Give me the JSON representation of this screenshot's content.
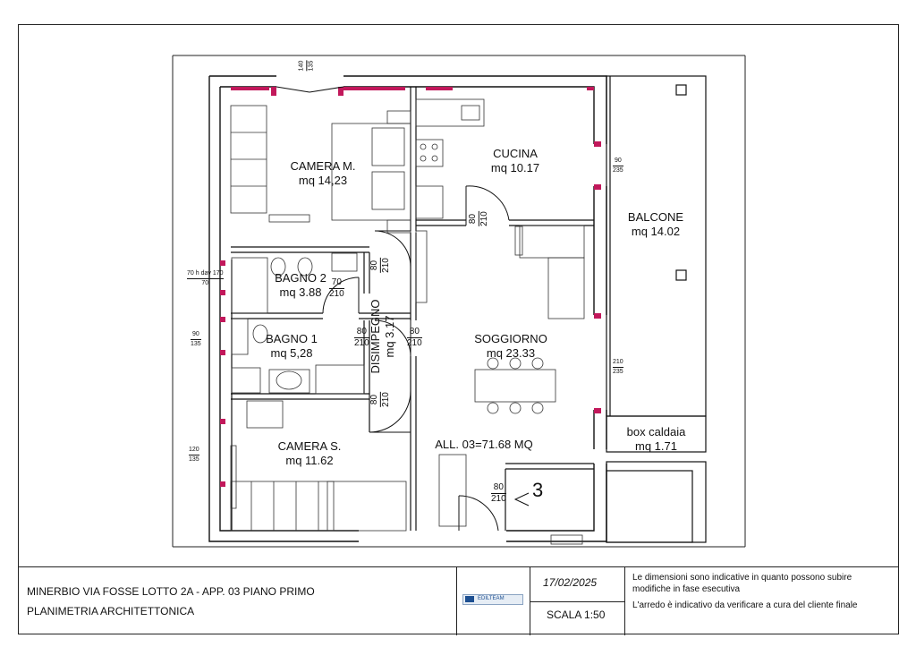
{
  "rooms": {
    "camera_m": {
      "name": "CAMERA M.",
      "area": "mq 14,23"
    },
    "cucina": {
      "name": "CUCINA",
      "area": "mq 10.17"
    },
    "balcone": {
      "name": "BALCONE",
      "area": "mq 14.02"
    },
    "bagno_2": {
      "name": "BAGNO 2",
      "area": "mq 3.88"
    },
    "bagno_1": {
      "name": "BAGNO 1",
      "area": "mq 5,28"
    },
    "disimpegno": {
      "name": "DISIMPEGNO",
      "area": "mq 3.17"
    },
    "soggiorno": {
      "name": "SOGGIORNO",
      "area": "mq 23.33"
    },
    "camera_s": {
      "name": "CAMERA S.",
      "area": "mq 11.62"
    },
    "box_caldaia": {
      "name": "box caldaia",
      "area": "mq 1.71"
    }
  },
  "total_label": "ALL. 03=71.68 MQ",
  "apartment_marker": "3",
  "dimensions": {
    "top_window": {
      "num": "140",
      "den": "135"
    },
    "cucina_window": {
      "num": "90",
      "den": "235"
    },
    "cucina_door": {
      "num": "80",
      "den": "210"
    },
    "disimp_door_top": {
      "num": "80",
      "den": "210"
    },
    "bagno2_door": {
      "num": "70",
      "den": "210"
    },
    "bagno2_window": {
      "num": "70",
      "den": "70",
      "note": "h dav 170"
    },
    "bagno1_window": {
      "num": "90",
      "den": "135"
    },
    "bagno1_door": {
      "num": "80",
      "den": "210"
    },
    "soggiorno_door": {
      "num": "80",
      "den": "210"
    },
    "soggiorno_window": {
      "num": "210",
      "den": "235"
    },
    "disimp_door_bottom": {
      "num": "80",
      "den": "210"
    },
    "camera_s_window": {
      "num": "120",
      "den": "135"
    },
    "entry_door": {
      "num": "80",
      "den": "210"
    }
  },
  "title_block": {
    "line1": "MINERBIO VIA FOSSE LOTTO 2A - APP. 03 PIANO PRIMO",
    "line2": "PLANIMETRIA ARCHITETTONICA",
    "date": "17/02/2025",
    "scale": "SCALA 1:50",
    "note1_a": "Le dimensioni sono indicative in quanto possono subire",
    "note1_b": "modifiche in fase esecutiva",
    "note2": "L'arredo è indicativo da verificare a cura del cliente finale",
    "logo_text": "EDILTEAM"
  },
  "colors": {
    "wall": "#111111",
    "wall_fill": "#ffffff",
    "window_jamb": "#c2185b",
    "line": "#222222"
  }
}
